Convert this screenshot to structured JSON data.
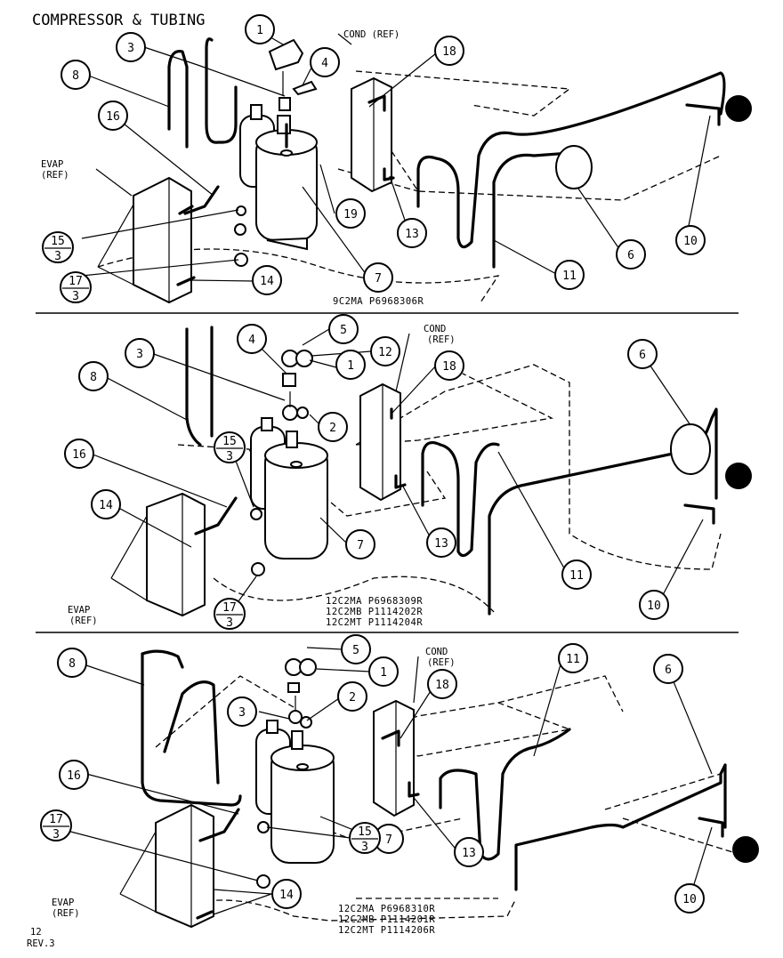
{
  "title": "COMPRESSOR & TUBING",
  "panels": [
    {
      "id": "top",
      "models": [
        "9C2MA P6968306R"
      ],
      "labels": {
        "cond": "COND (REF)",
        "evap": "EVAP\n(REF)"
      },
      "callouts": [
        "1",
        "3",
        "4",
        "8",
        "16",
        "18",
        "19",
        "7",
        "13",
        "6",
        "10",
        "11",
        "14",
        "15/3",
        "17/3"
      ]
    },
    {
      "id": "middle",
      "models": [
        "12C2MA P6968309R",
        "12C2MB P1114202R",
        "12C2MT P1114204R"
      ],
      "labels": {
        "cond": "COND\n(REF)",
        "evap": "EVAP\n(REF)"
      },
      "callouts": [
        "5",
        "4",
        "12",
        "1",
        "3",
        "8",
        "18",
        "6",
        "2",
        "16",
        "15/3",
        "14",
        "7",
        "13",
        "11",
        "17/3",
        "10"
      ]
    },
    {
      "id": "bottom",
      "models": [
        "12C2MA P6968310R",
        "12C2MB P1114201R",
        "12C2MT P1114206R"
      ],
      "labels": {
        "cond": "COND\n(REF)",
        "evap": "EVAP\n(REF)"
      },
      "callouts": [
        "5",
        "8",
        "1",
        "11",
        "6",
        "2",
        "3",
        "18",
        "16",
        "7",
        "17/3",
        "15/3",
        "13",
        "14",
        "10"
      ]
    }
  ],
  "footer": {
    "page": "12",
    "rev": "REV.3"
  }
}
